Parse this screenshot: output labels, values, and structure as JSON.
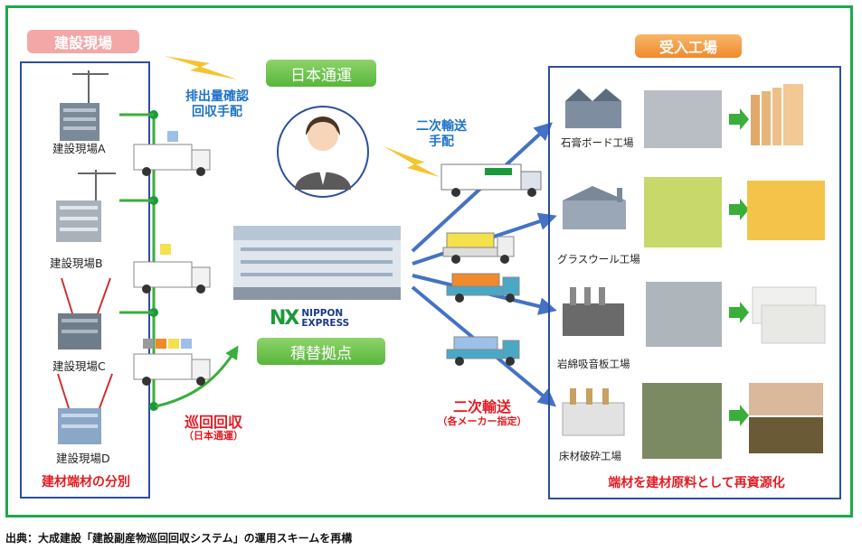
{
  "left_panel": {
    "tag": "建設現場",
    "sites": [
      "建設現場A",
      "建設現場B",
      "建設現場C",
      "建設現場D"
    ],
    "footer": "建材端材の分別"
  },
  "center": {
    "dispatch_note": "排出量確認\n回収手配",
    "nittsu_label": "日本通運",
    "secondary_note": "二次輸送\n手配",
    "logo_mark": "NX",
    "logo_name": "NIPPON\nEXPRESS",
    "hub_label": "積替拠点",
    "patrol_title": "巡回回収",
    "patrol_sub": "（日本通運）",
    "secondary_title": "二次輸送",
    "secondary_sub": "（各メーカー指定）"
  },
  "right_panel": {
    "tag": "受入工場",
    "factories": [
      "石膏ボード工場",
      "グラスウール工場",
      "岩綿吸音板工場",
      "床材破砕工場"
    ],
    "footer": "端材を建材原料として再資源化"
  },
  "caption": "出典：大成建設「建設副産物巡回回収システム」の運用スキームを再構",
  "colors": {
    "frame": "#20a84a",
    "panel_border": "#2c4f9e",
    "site_tag": "#f4a7a7",
    "factory_tag": "#ef8b2d",
    "green_label": "#58b63b",
    "blue_text": "#1f73c9",
    "red_text": "#e31b23",
    "arrow_blue": "#4472c4",
    "arrow_green": "#3aae3a",
    "lightning": "#f4c430"
  }
}
